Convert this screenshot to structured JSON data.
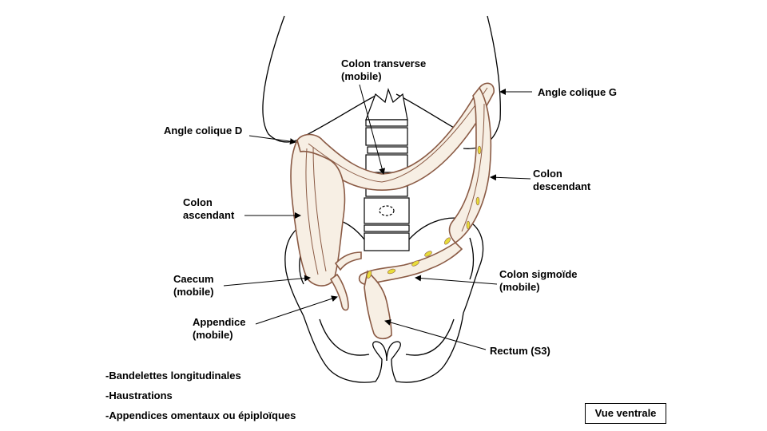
{
  "labels": {
    "transverse_l1": "Colon transverse",
    "transverse_l2": "(mobile)",
    "angle_g": "Angle colique G",
    "angle_d": "Angle colique D",
    "descending_l1": "Colon",
    "descending_l2": "descendant",
    "ascending_l1": "Colon",
    "ascending_l2": "ascendant",
    "caecum_l1": "Caecum",
    "caecum_l2": "(mobile)",
    "sigmoid_l1": "Colon sigmoïde",
    "sigmoid_l2": "(mobile)",
    "appendix_l1": "Appendice",
    "appendix_l2": "(mobile)",
    "rectum": "Rectum (S3)"
  },
  "notes": [
    "-Bandelettes longitudinales",
    "-Haustrations",
    "-Appendices omentaux ou épiploïques"
  ],
  "view_label": "Vue ventrale",
  "colors": {
    "outline": "#000000",
    "colon_stroke": "#8a5a44",
    "colon_fill": "#f7efe4",
    "appendices": "#e8dc3a"
  }
}
